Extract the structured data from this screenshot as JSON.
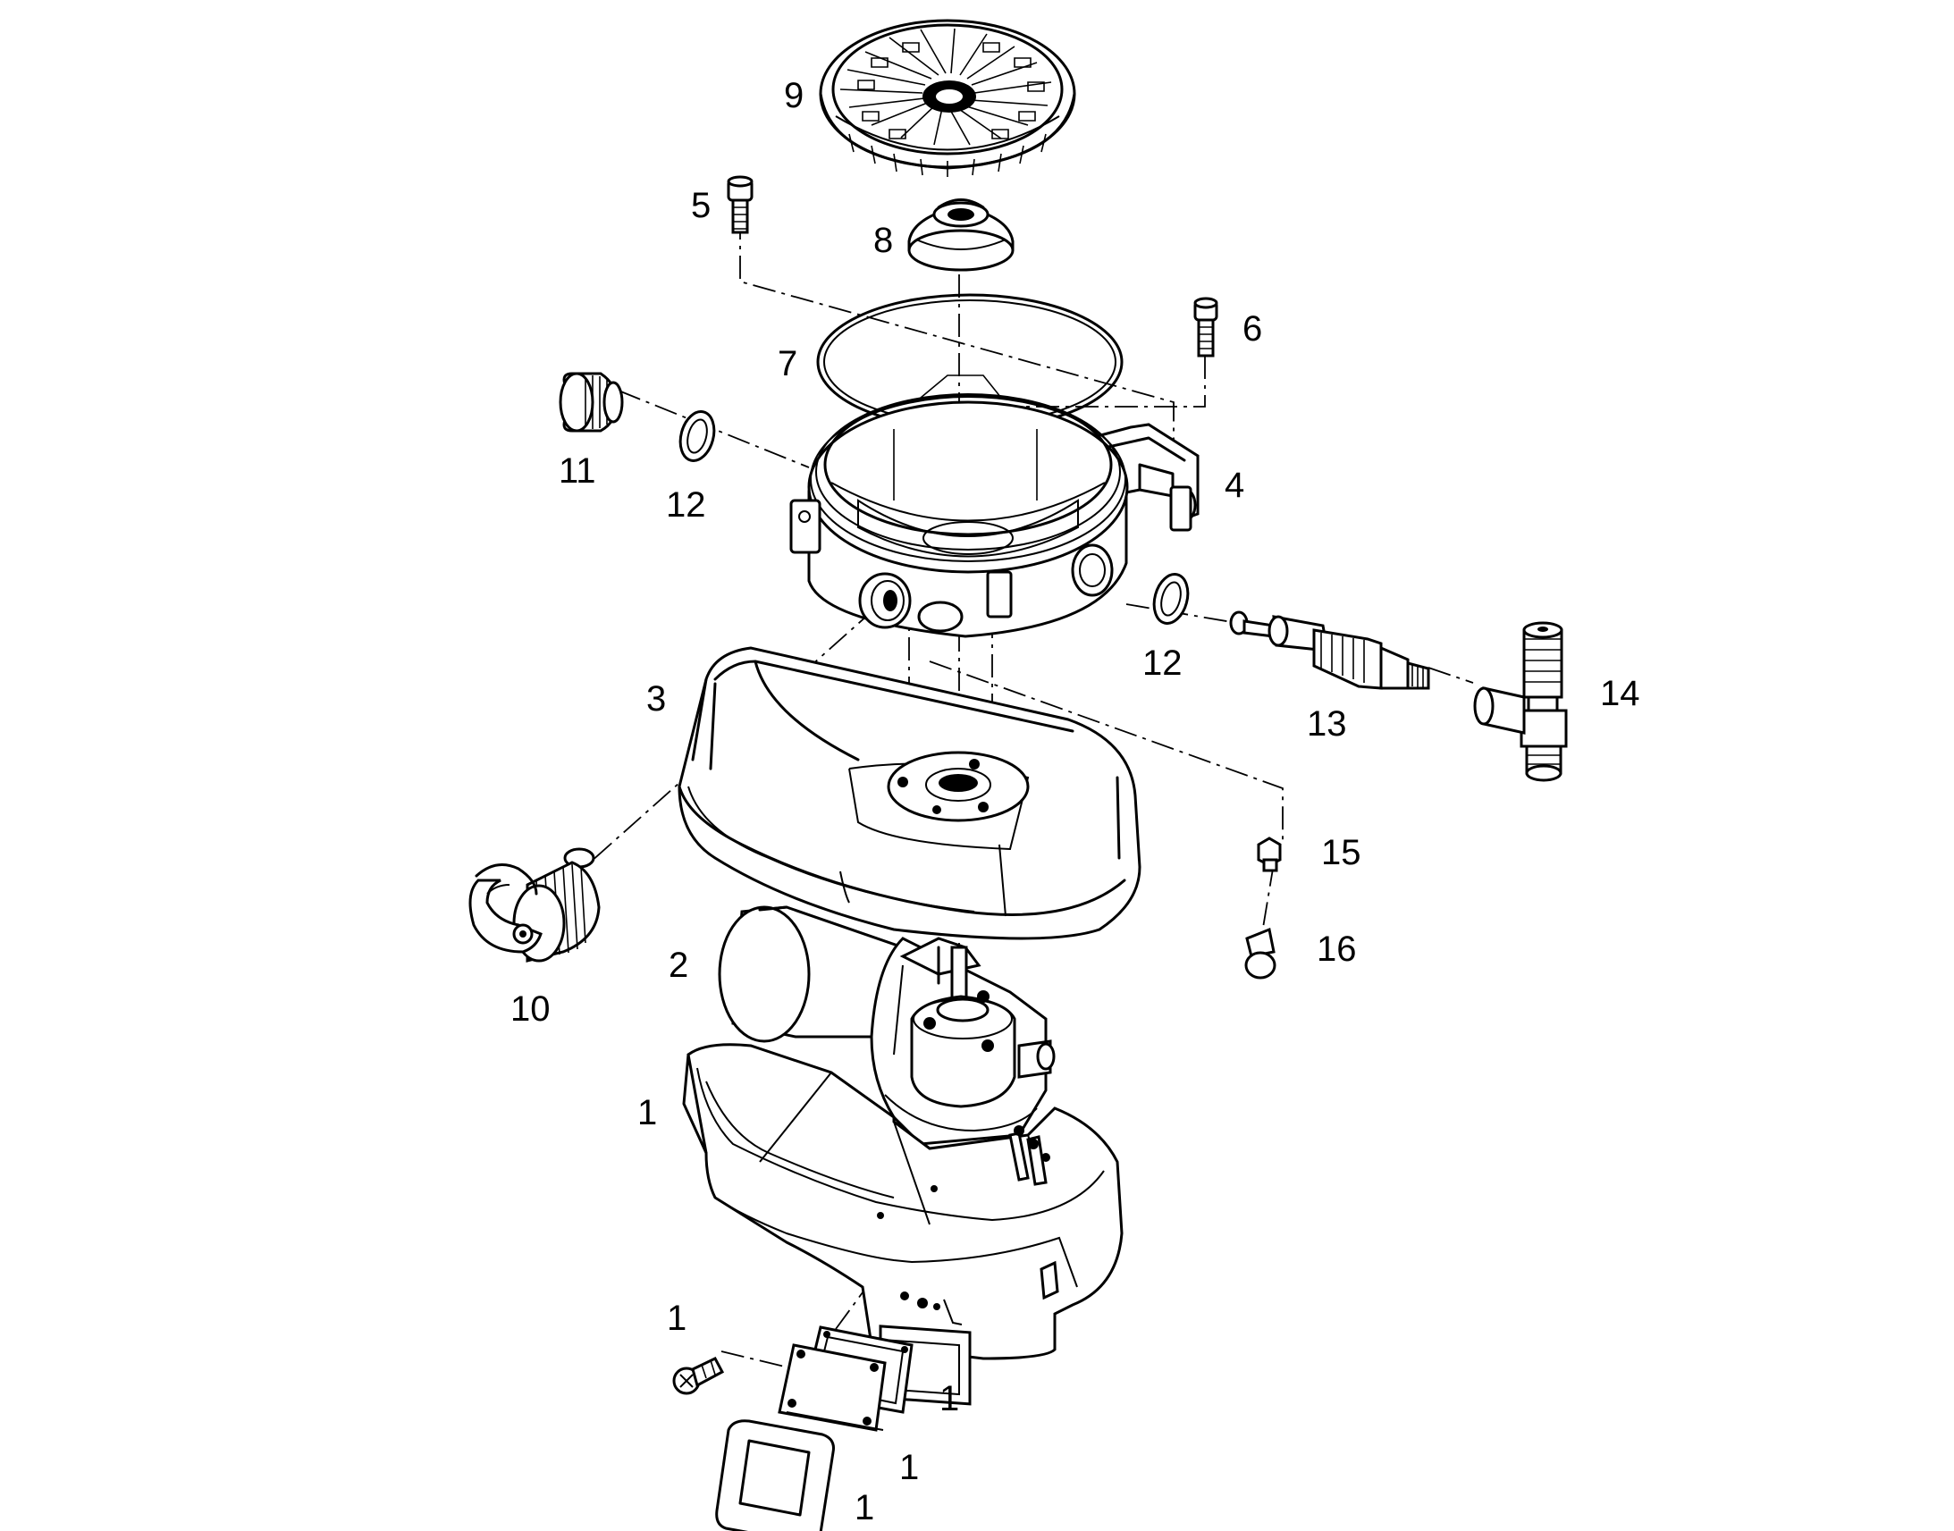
{
  "callouts": [
    {
      "id": "c9",
      "label": "9"
    },
    {
      "id": "c5",
      "label": "5"
    },
    {
      "id": "c8",
      "label": "8"
    },
    {
      "id": "c6",
      "label": "6"
    },
    {
      "id": "c7",
      "label": "7"
    },
    {
      "id": "c11",
      "label": "11"
    },
    {
      "id": "c12a",
      "label": "12"
    },
    {
      "id": "c4",
      "label": "4"
    },
    {
      "id": "c12b",
      "label": "12"
    },
    {
      "id": "c13",
      "label": "13"
    },
    {
      "id": "c14",
      "label": "14"
    },
    {
      "id": "c3",
      "label": "3"
    },
    {
      "id": "c15",
      "label": "15"
    },
    {
      "id": "c16",
      "label": "16"
    },
    {
      "id": "c2",
      "label": "2"
    },
    {
      "id": "c10",
      "label": "10"
    },
    {
      "id": "c1a",
      "label": "1"
    },
    {
      "id": "c1b",
      "label": "1"
    },
    {
      "id": "c1c",
      "label": "1"
    },
    {
      "id": "c1d",
      "label": "1"
    },
    {
      "id": "c1e",
      "label": "1"
    }
  ]
}
